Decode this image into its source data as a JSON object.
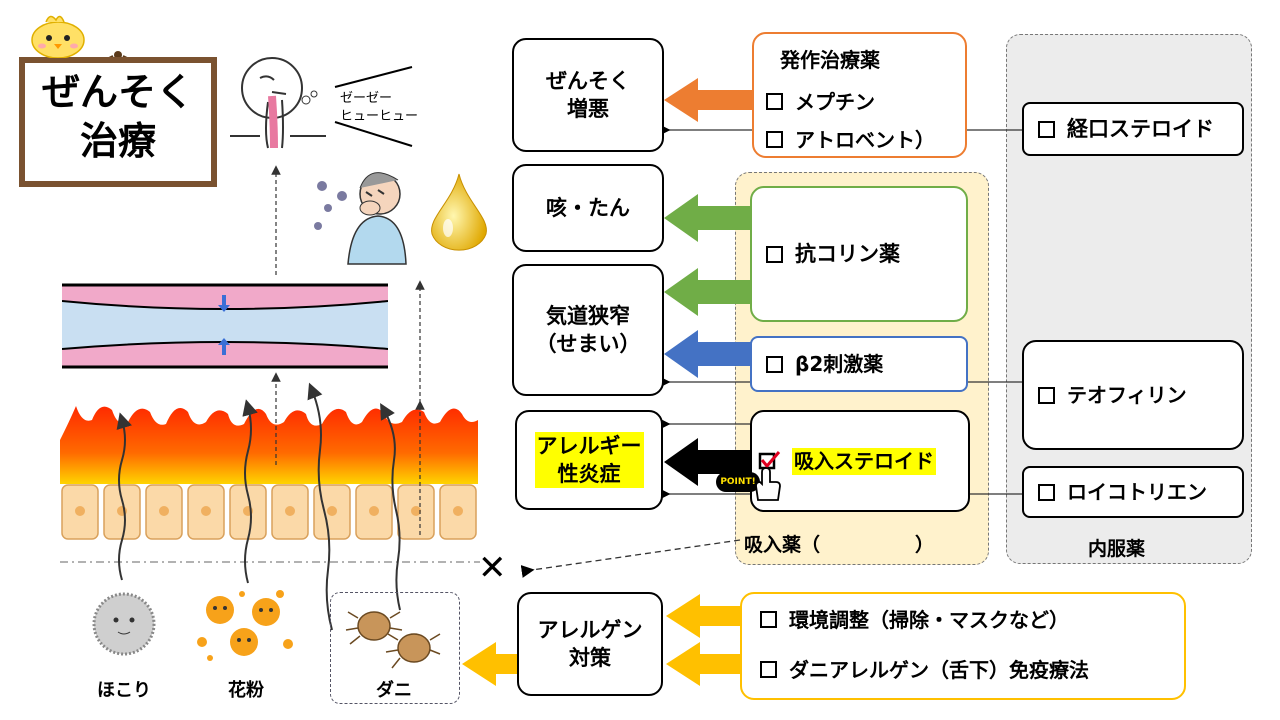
{
  "title": {
    "line1": "ぜんそく",
    "line2": "治療"
  },
  "sound": {
    "line1": "ゼーゼー",
    "line2": "ヒューヒュー"
  },
  "symptoms": {
    "exacerbation": "ぜんそく\n増悪",
    "cough": "咳・たん",
    "narrowing": "気道狭窄\n（せまい）",
    "inflammation": "アレルギー\n性炎症",
    "allergen_measure": "アレルゲン\n対策"
  },
  "rescue": {
    "title": "発作治療薬",
    "items": [
      "メプチン",
      "アトロベント）"
    ]
  },
  "inhaled": {
    "label": "吸入薬（　　　　　）",
    "anticholinergic": "抗コリン薬",
    "beta2": "β2刺激薬",
    "steroid": "吸入ステロイド",
    "point": "POINT!"
  },
  "oral": {
    "label": "内服薬",
    "items": [
      "経口ステロイド",
      "テオフィリン",
      "ロイコトリエン"
    ]
  },
  "measures": [
    "環境調整（掃除・マスクなど）",
    "ダニアレルゲン（舌下）免疫療法"
  ],
  "allergens": {
    "dust": "ほこり",
    "pollen": "花粉",
    "mite": "ダニ"
  },
  "cross": "✕",
  "colors": {
    "orange": "#ed7d31",
    "green": "#70ad47",
    "blue": "#4472c4",
    "yellow": "#ffc000",
    "fire": "#ff2a00"
  }
}
